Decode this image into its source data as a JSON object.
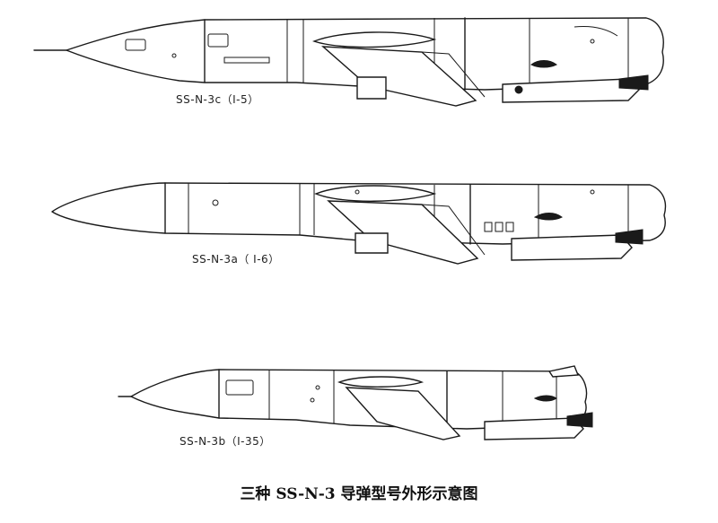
{
  "figure": {
    "missiles": [
      {
        "id": "ss-n-3c",
        "label": "SS-N-3c（І-5）"
      },
      {
        "id": "ss-n-3a",
        "label": "SS-N-3a（ І-6）"
      },
      {
        "id": "ss-n-3b",
        "label": "SS-N-3b（І-35）"
      }
    ],
    "caption": "三种 SS-N-3 导弹型号外形示意图"
  }
}
